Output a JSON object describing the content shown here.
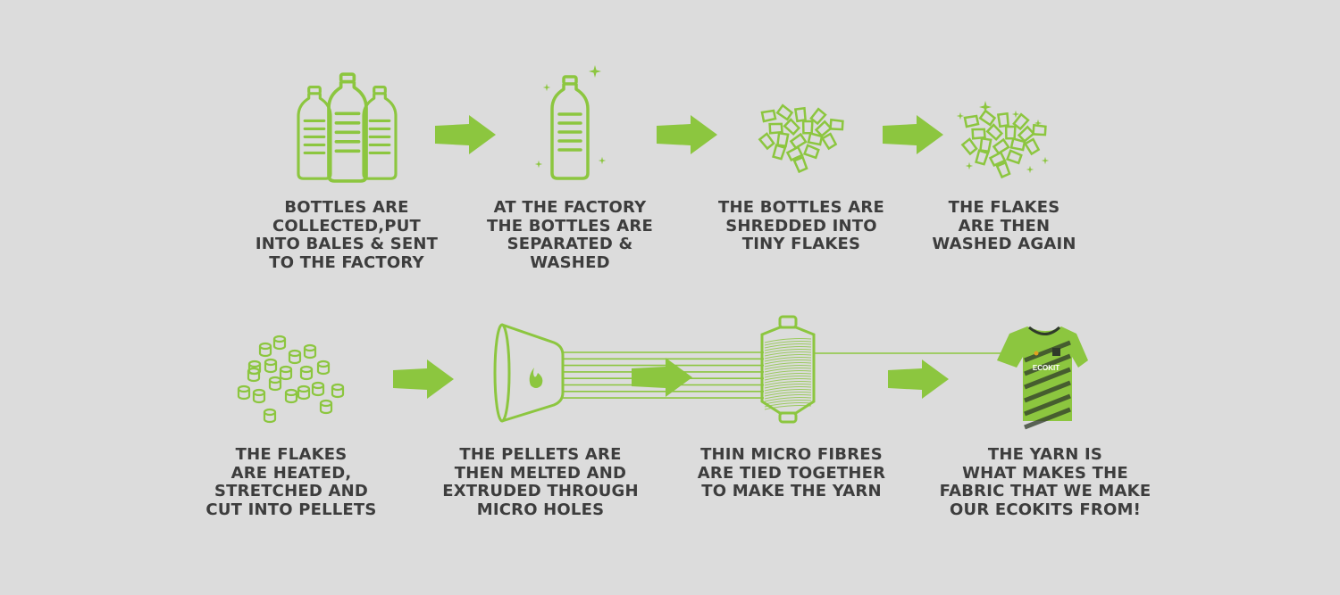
{
  "colors": {
    "background": "#dcdcdc",
    "accent": "#8cc63f",
    "text": "#3d3d3d",
    "shirt_dark": "#2f3a2a"
  },
  "steps": [
    {
      "icon": "bottles-icon",
      "lines": [
        "BOTTLES ARE",
        "COLLECTED,PUT",
        "INTO BALES & SENT",
        "TO THE FACTORY"
      ]
    },
    {
      "icon": "clean-bottle-icon",
      "lines": [
        "AT THE FACTORY",
        "THE BOTTLES ARE",
        "SEPARATED &",
        "WASHED"
      ]
    },
    {
      "icon": "flakes-icon",
      "lines": [
        "THE BOTTLES ARE",
        "SHREDDED INTO",
        "TINY FLAKES"
      ]
    },
    {
      "icon": "clean-flakes-icon",
      "lines": [
        "THE FLAKES",
        "ARE THEN",
        "WASHED AGAIN"
      ]
    },
    {
      "icon": "pellets-icon",
      "lines": [
        "THE FLAKES",
        "ARE HEATED,",
        "STRETCHED AND",
        "CUT INTO PELLETS"
      ]
    },
    {
      "icon": "extruder-icon",
      "lines": [
        "THE PELLETS ARE",
        "THEN MELTED AND",
        "EXTRUDED THROUGH",
        "MICRO HOLES"
      ]
    },
    {
      "icon": "yarn-spool-icon",
      "lines": [
        "THIN MICRO FIBRES",
        "ARE TIED TOGETHER",
        "TO MAKE THE YARN"
      ]
    },
    {
      "icon": "ecokit-shirt-icon",
      "lines": [
        "THE YARN IS",
        "WHAT MAKES THE",
        "FABRIC THAT WE MAKE",
        "OUR ECOKITS FROM!"
      ]
    }
  ],
  "shirt_logo": "ECOKIT"
}
